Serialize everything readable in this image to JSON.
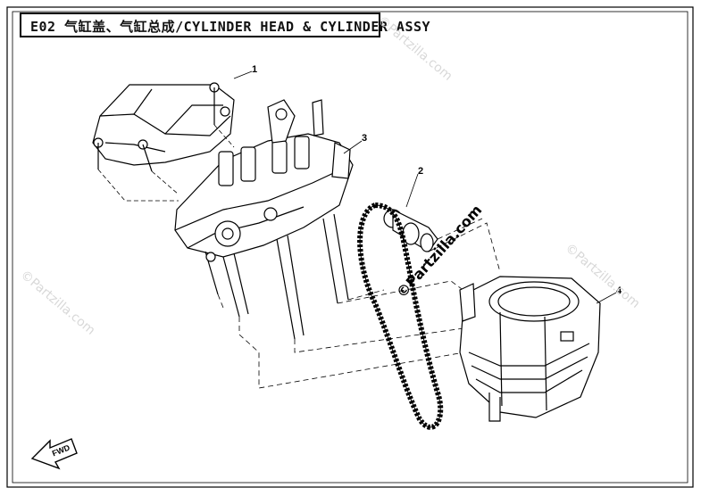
{
  "title": {
    "code": "E02",
    "text": "气缸盖、气缸总成/CYLINDER HEAD & CYLINDER ASSY"
  },
  "callouts": [
    "1",
    "2",
    "3",
    "4"
  ],
  "watermark": "©Partzilla.com",
  "fwd_label": "FWD",
  "colors": {
    "line": "#000000",
    "watermark": "#d8d8d8",
    "background": "#ffffff"
  }
}
